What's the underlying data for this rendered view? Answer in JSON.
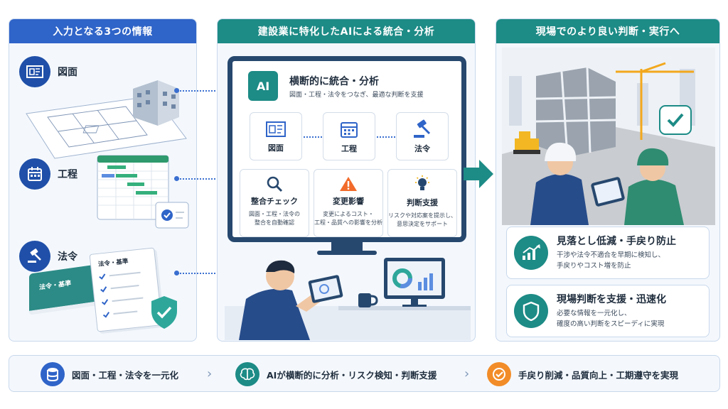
{
  "colors": {
    "blue": "#2f64c8",
    "teal": "#1d8b86",
    "orange": "#f28c28"
  },
  "left": {
    "title": "入力となる3つの情報",
    "items": [
      {
        "label": "図面",
        "icon": "blueprint-icon"
      },
      {
        "label": "工程",
        "icon": "calendar-icon"
      },
      {
        "label": "法令",
        "icon": "gavel-icon"
      }
    ],
    "book_label": "法令・基準",
    "paper_label": "法令・基準"
  },
  "middle": {
    "title": "建設業に特化したAIによる統合・分析",
    "ai_chip": "AI",
    "heading": "横断的に統合・分析",
    "subheading": "図面・工程・法令をつなぎ、最適な判断を支援",
    "sources": [
      "図面",
      "工程",
      "法令"
    ],
    "features": [
      {
        "title": "整合チェック",
        "desc": "図面・工程・法令の\n整合を自動確認",
        "icon": "search-icon"
      },
      {
        "title": "変更影響",
        "desc": "変更によるコスト・\n工程・品質への影響を分析",
        "icon": "warning-icon"
      },
      {
        "title": "判断支援",
        "desc": "リスクや対応案を提示し、\n意思決定をサポート",
        "icon": "lightbulb-icon"
      }
    ]
  },
  "right": {
    "title": "現場でのより良い判断・実行へ",
    "cards": [
      {
        "title": "見落とし低減・手戻り防止",
        "desc": "干渉や法令不適合を早期に検知し、\n手戻りやコスト増を防止",
        "icon": "chart-up-icon"
      },
      {
        "title": "現場判断を支援・迅速化",
        "desc": "必要な情報を一元化し、\n確度の高い判断をスピーディに実現",
        "icon": "shield-icon"
      }
    ]
  },
  "bottom": {
    "steps": [
      {
        "text": "図面・工程・法令を一元化",
        "icon": "database-icon"
      },
      {
        "text": "AIが横断的に分析・リスク検知・判断支援",
        "icon": "brain-icon"
      },
      {
        "text": "手戻り削減・品質向上・工期遵守を実現",
        "icon": "check-circle-icon"
      }
    ]
  }
}
